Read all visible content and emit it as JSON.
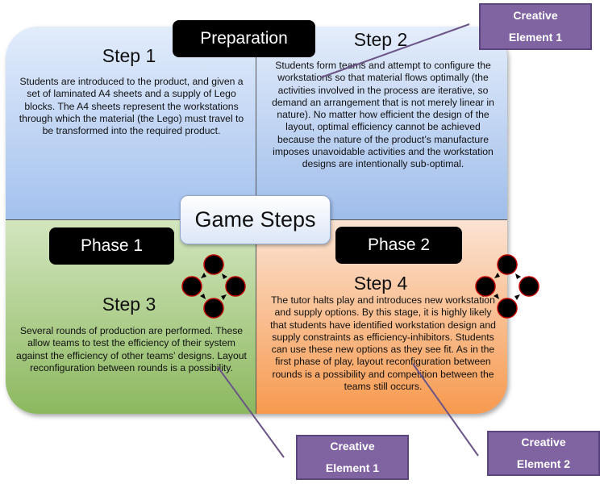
{
  "center_label": "Game Steps",
  "header_pills": {
    "preparation": "Preparation",
    "phase1": "Phase 1",
    "phase2": "Phase 2"
  },
  "quadrants": [
    {
      "title": "Step 1",
      "text": "Students are introduced to the product, and given a set of laminated A4 sheets and a supply of Lego blocks. The A4 sheets represent the workstations through which the material (the Lego) must travel to be transformed into the required product."
    },
    {
      "title": "Step 2",
      "text": "Students form teams and attempt to configure the workstations so that material flows optimally (the activities involved in the process are iterative, so demand an arrangement that is not merely linear in nature). No matter how efficient the design of the layout, optimal efficiency cannot be achieved because the nature of the product’s manufacture imposes unavoidable activities and the workstation designs are intentionally sub-optimal."
    },
    {
      "title": "Step 3",
      "text": "Several rounds of production are performed. These allow teams to test the efficiency of their system against the efficiency of other teams’ designs. Layout reconfiguration between rounds is a possibility."
    },
    {
      "title": "Step 4",
      "text": "The tutor halts play and introduces new workstation and supply options. By this stage, it is highly likely that students have identified workstation design and supply constraints as efficiency-inhibitors. Students can use these new options as they see fit. As in the first phase of play, layout reconfiguration between rounds is a possibility and competition between the teams still occurs."
    }
  ],
  "callouts": [
    {
      "line1": "Creative",
      "line2": "Element 1"
    },
    {
      "line1": "Creative",
      "line2": "Element 1"
    },
    {
      "line1": "Creative",
      "line2": "Element 2"
    }
  ],
  "colors": {
    "step1_fill": "#a3c1ee",
    "step2_fill": "#9fbdea",
    "step3_fill": "#8cb85f",
    "step4_fill": "#f79a4f",
    "callout_fill": "#8064a2",
    "pill_fill": "#000000",
    "cycle_node_fill": "#000000",
    "cycle_node_stroke": "#c00000"
  },
  "icons": [
    "cycle-icon",
    "cycle-icon"
  ]
}
